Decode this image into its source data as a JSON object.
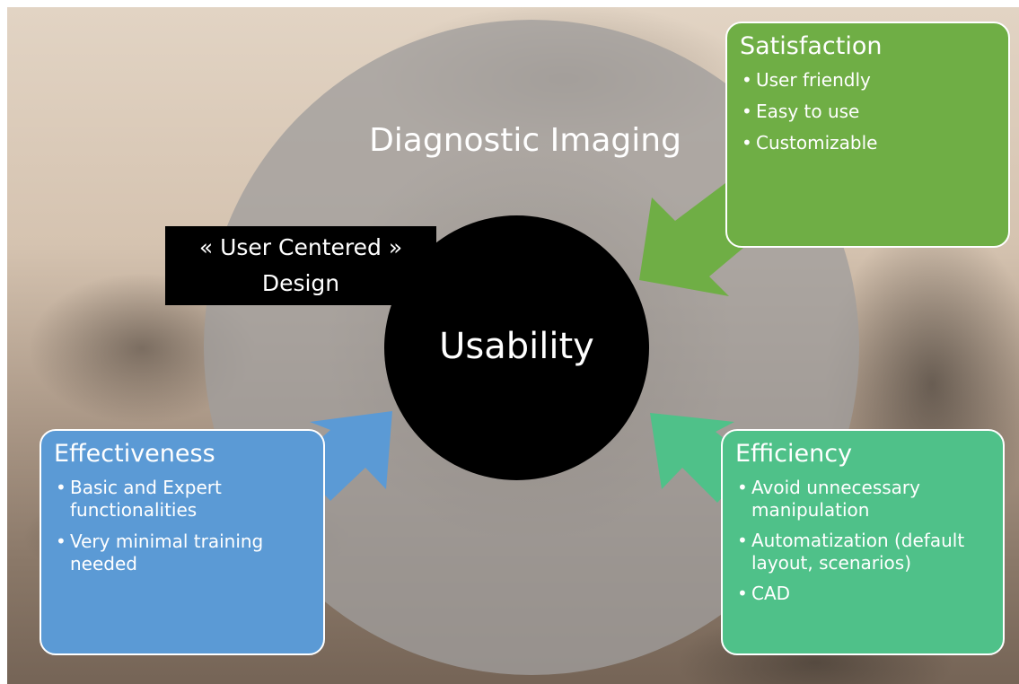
{
  "context_label": "Diagnostic Imaging",
  "core_label": "Usability",
  "design_label": {
    "line1": "« User Centered »",
    "line2": "Design"
  },
  "cards": {
    "satisfaction": {
      "title": "Satisfaction",
      "items": [
        "User friendly",
        "Easy to use",
        "Customizable"
      ],
      "color": "#6fae45"
    },
    "effectiveness": {
      "title": "Effectiveness",
      "items": [
        "Basic and Expert functionalities",
        "Very minimal training needed"
      ],
      "color": "#5b9ad5"
    },
    "efficiency": {
      "title": "Efficiency",
      "items": [
        "Avoid unnecessary manipulation",
        "Automatization (default layout, scenarios)",
        "CAD"
      ],
      "color": "#4fc189"
    }
  },
  "colors": {
    "outer_circle": "#a09e9c",
    "core": "#000000",
    "text": "#ffffff"
  }
}
